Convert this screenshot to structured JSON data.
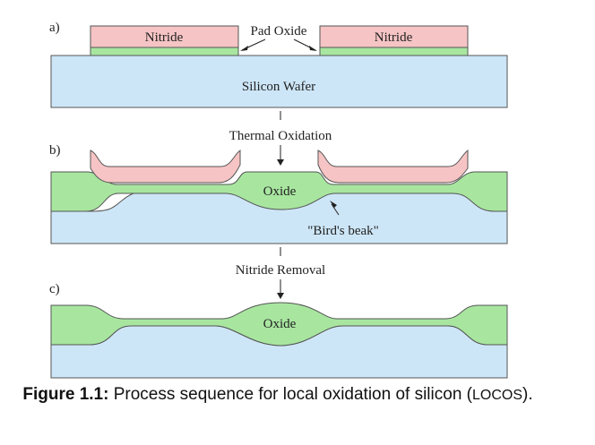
{
  "diagram": {
    "panels": [
      {
        "marker": "a)",
        "labels": {
          "nitride_left": "Nitride",
          "nitride_right": "Nitride",
          "pad_oxide": "Pad Oxide",
          "wafer": "Silicon Wafer"
        }
      },
      {
        "marker": "b)",
        "labels": {
          "oxide": "Oxide",
          "birds_beak": "\"Bird's beak\""
        }
      },
      {
        "marker": "c)",
        "labels": {
          "oxide": "Oxide"
        }
      }
    ],
    "steps": [
      "Thermal Oxidation",
      "Nitride Removal"
    ],
    "colors": {
      "nitride": "#F6C4C4",
      "oxide": "#A8E6A0",
      "silicon": "#CDE6F7",
      "outline": "#555555"
    }
  },
  "caption": {
    "bold": "Figure 1.1:",
    "text": " Process sequence for local oxidation of silicon (",
    "small": "LOCOS",
    "end": ")."
  }
}
